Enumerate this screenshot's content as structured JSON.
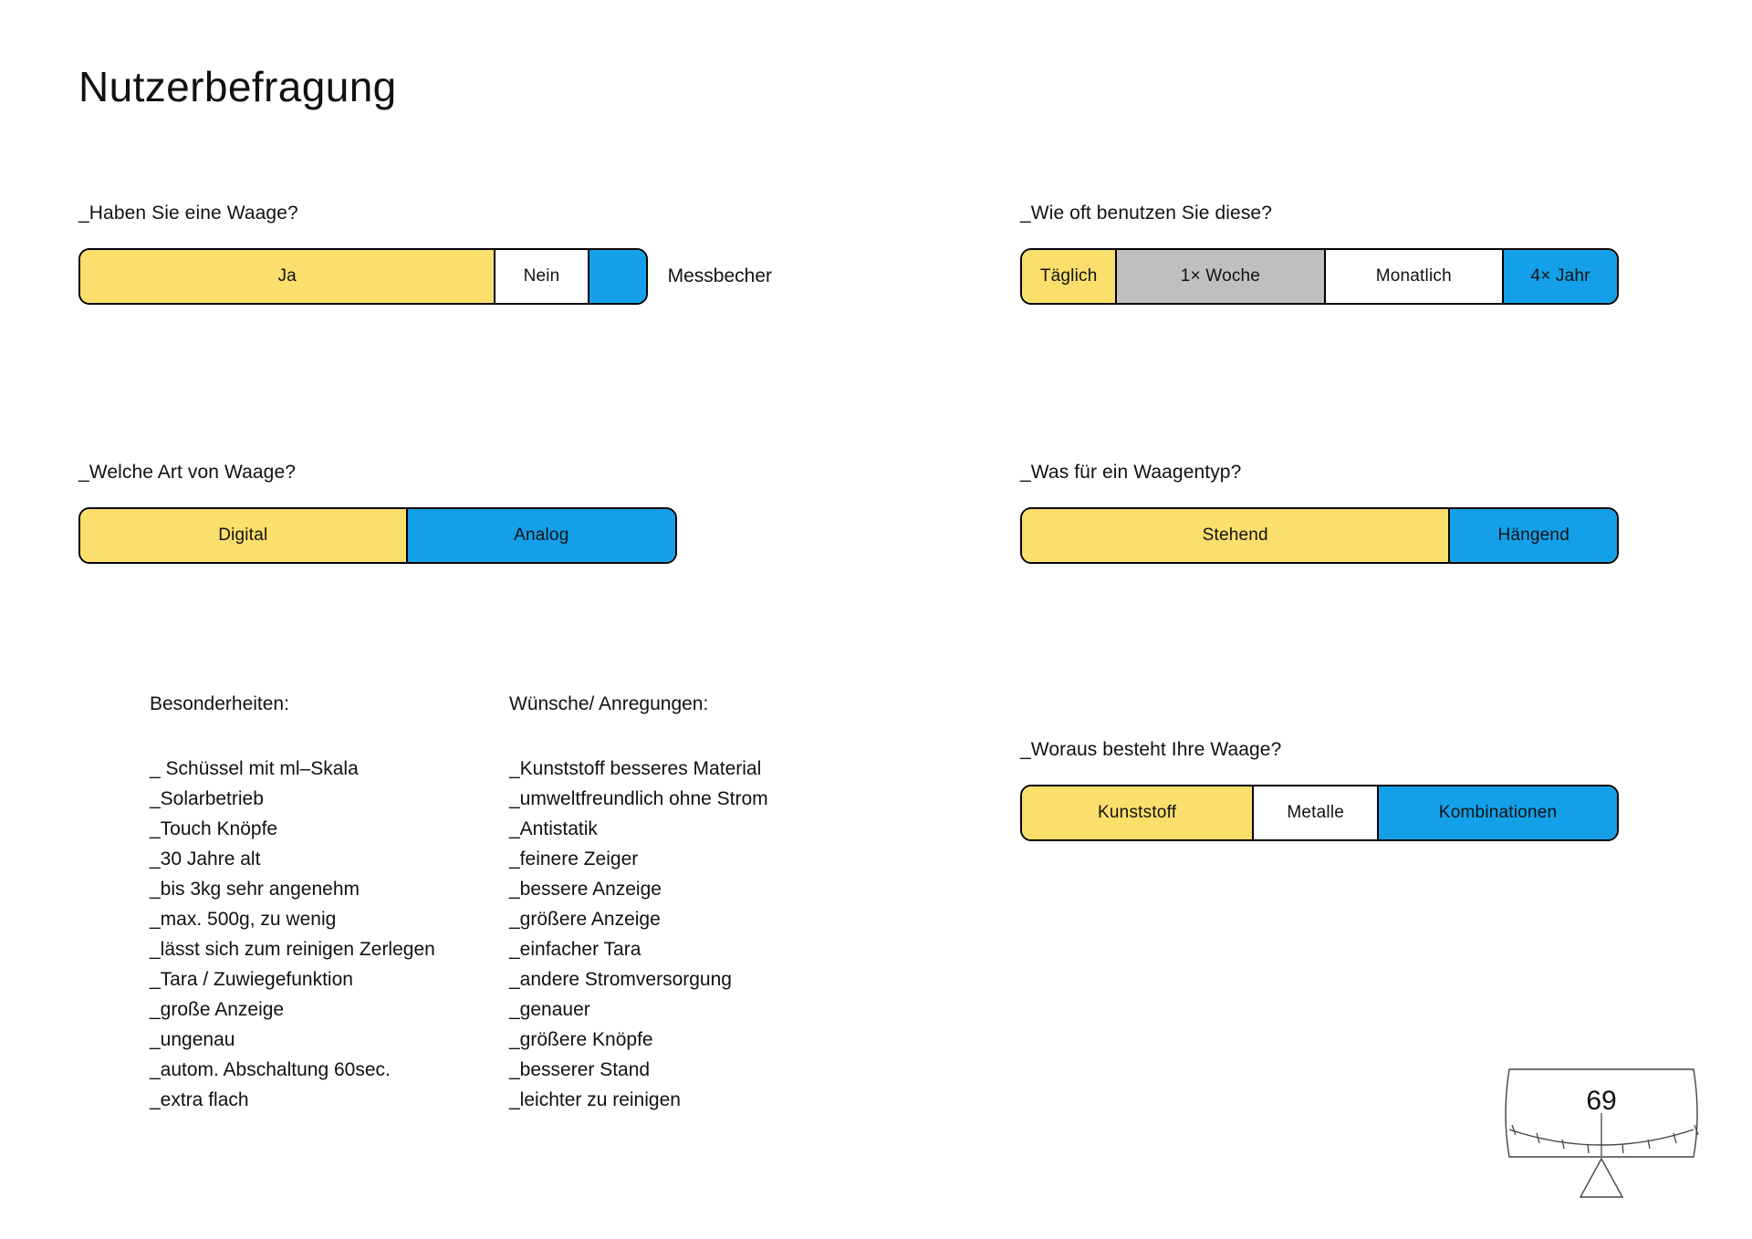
{
  "page": {
    "title": "Nutzerbefragung",
    "number": "69"
  },
  "colors": {
    "yellow": "#FBDF6C",
    "blue": "#13A0E8",
    "grey": "#BFBFBF",
    "white": "#FFFFFF",
    "outline": "#000000"
  },
  "questions": [
    {
      "id": "waage-vorhanden",
      "label": "_Haben Sie eine Waage?",
      "trailing_label": "Messbecher",
      "segments": [
        {
          "label": "Ja",
          "color": "#FBDF6C",
          "percent": 73.5
        },
        {
          "label": "Nein",
          "color": "#FFFFFF",
          "percent": 16.5
        },
        {
          "label": "",
          "color": "#13A0E8",
          "percent": 10.0
        }
      ]
    },
    {
      "id": "nutzungshaeufigkeit",
      "label": "_Wie oft benutzen Sie diese?",
      "trailing_label": "",
      "segments": [
        {
          "label": "Täglich",
          "color": "#FBDF6C",
          "percent": 16.0
        },
        {
          "label": "1× Woche",
          "color": "#BFBFBF",
          "percent": 35.0
        },
        {
          "label": "Monatlich",
          "color": "#FFFFFF",
          "percent": 30.0
        },
        {
          "label": "4× Jahr",
          "color": "#13A0E8",
          "percent": 19.0
        }
      ]
    },
    {
      "id": "art-von-waage",
      "label": "_Welche Art von Waage?",
      "trailing_label": "",
      "segments": [
        {
          "label": "Digital",
          "color": "#FBDF6C",
          "percent": 55.0
        },
        {
          "label": "Analog",
          "color": "#13A0E8",
          "percent": 45.0
        }
      ]
    },
    {
      "id": "waagentyp",
      "label": "_Was für ein Waagentyp?",
      "trailing_label": "",
      "segments": [
        {
          "label": "Stehend",
          "color": "#FBDF6C",
          "percent": 72.0
        },
        {
          "label": "Hängend",
          "color": "#13A0E8",
          "percent": 28.0
        }
      ]
    },
    {
      "id": "material",
      "label": "_Woraus besteht Ihre Waage?",
      "trailing_label": "",
      "segments": [
        {
          "label": "Kunststoff",
          "color": "#FBDF6C",
          "percent": 39.0
        },
        {
          "label": "Metalle",
          "color": "#FFFFFF",
          "percent": 21.0
        },
        {
          "label": "Kombinationen",
          "color": "#13A0E8",
          "percent": 40.0
        }
      ]
    }
  ],
  "lists": [
    {
      "id": "besonderheiten",
      "heading": "Besonderheiten:",
      "items": [
        "_ Schüssel mit ml–Skala",
        "_Solarbetrieb",
        "_Touch Knöpfe",
        "_30 Jahre alt",
        "_bis 3kg sehr angenehm",
        "_max. 500g, zu wenig",
        "_lässt sich zum reinigen Zerlegen",
        "_Tara / Zuwiegefunktion",
        "_große Anzeige",
        "_ungenau",
        "_autom. Abschaltung 60sec.",
        "_extra flach"
      ]
    },
    {
      "id": "wuensche",
      "heading": "Wünsche/ Anregungen:",
      "items": [
        "_Kunststoff besseres Material",
        "_umweltfreundlich ohne Strom",
        "_Antistatik",
        "_feinere Zeiger",
        "_bessere Anzeige",
        "_größere Anzeige",
        "_einfacher Tara",
        "_andere Stromversorgung",
        "_genauer",
        "_größere Knöpfe",
        "_besserer Stand",
        "_leichter zu reinigen"
      ]
    }
  ]
}
